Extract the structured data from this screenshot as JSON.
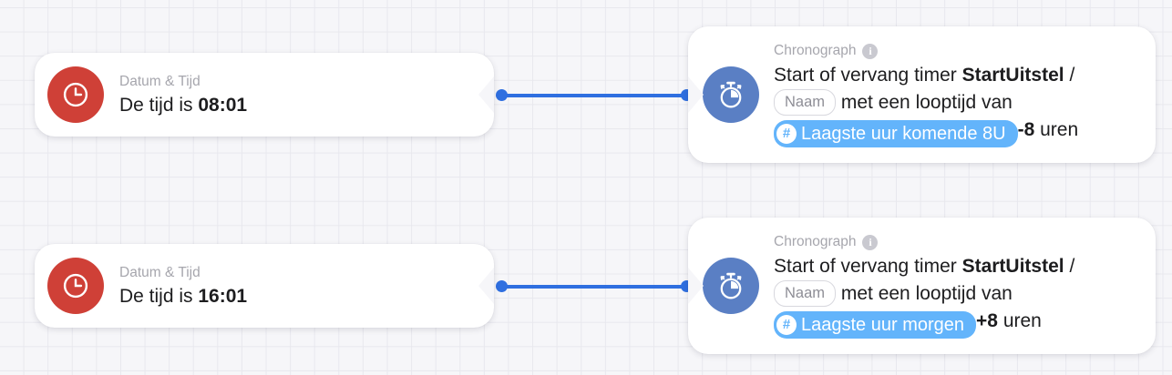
{
  "canvas": {
    "background_color": "#f6f6f9",
    "grid_line_color": "#e8e8ee",
    "edge_color": "#2f6fe0"
  },
  "colors": {
    "trigger_accent": "#cf4037",
    "action_accent": "#5a7fc4",
    "chip": "#63b4fb",
    "info_icon": "#c9c9d0"
  },
  "rows": [
    {
      "trigger": {
        "icon": "clock-icon",
        "kicker": "Datum & Tijd",
        "text_prefix": "De tijd is ",
        "value": "08:01"
      },
      "action": {
        "icon": "stopwatch-icon",
        "kicker": "Chronograph",
        "info_icon_label": "i",
        "text_1": "Start of vervang timer ",
        "timer_name": "StartUitstel",
        "text_2": " /",
        "name_pill": "Naam",
        "text_3": "met een looptijd van",
        "chip_hash": "#",
        "chip_label": "Laagste uur komende 8U",
        "offset": "-8",
        "unit": "uren"
      }
    },
    {
      "trigger": {
        "icon": "clock-icon",
        "kicker": "Datum & Tijd",
        "text_prefix": "De tijd is ",
        "value": "16:01"
      },
      "action": {
        "icon": "stopwatch-icon",
        "kicker": "Chronograph",
        "info_icon_label": "i",
        "text_1": "Start of vervang timer ",
        "timer_name": "StartUitstel",
        "text_2": " /",
        "name_pill": "Naam",
        "text_3": "met een looptijd van",
        "chip_hash": "#",
        "chip_label": "Laagste uur morgen",
        "offset": "+8",
        "unit": "uren"
      }
    }
  ]
}
